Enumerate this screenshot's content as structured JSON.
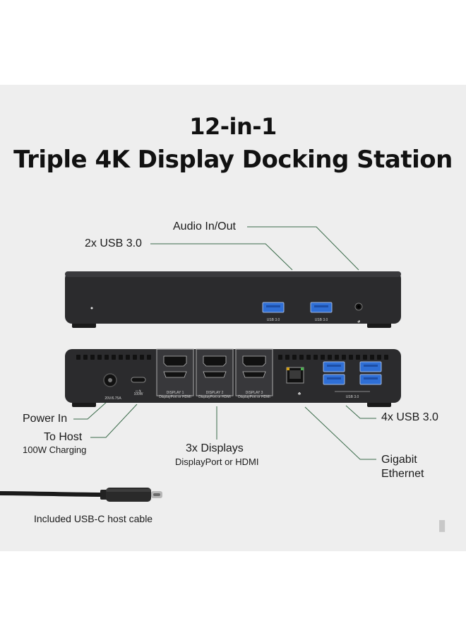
{
  "title": {
    "line1": "12-in-1",
    "line2": "Triple 4K Display Docking Station"
  },
  "callouts": {
    "audio": "Audio In/Out",
    "usb_front": "2x USB 3.0",
    "power_in": "Power In",
    "to_host": "To Host",
    "to_host_sub": "100W Charging",
    "displays": "3x Displays",
    "displays_sub": "DisplayPort or HDMI",
    "usb_rear": "4x USB 3.0",
    "ethernet_line1": "Gigabit",
    "ethernet_line2": "Ethernet",
    "cable": "Included USB-C host cable"
  },
  "port_labels": {
    "front_usb_1": "USB 3.0",
    "front_usb_2": "USB 3.0",
    "power_rating": "20V/6.75A",
    "usbc_rating": "100W",
    "display_1": "DISPLAY 1",
    "display_2": "DISPLAY 2",
    "display_3": "DISPLAY 3",
    "display_sub": "DisplayPort or HDMI",
    "rear_usb": "USB 3.0"
  },
  "colors": {
    "background": "#eeeeee",
    "device_body": "#2b2b2d",
    "usb_blue": "#2f6fd6",
    "callout_line": "#3a6b4a"
  }
}
